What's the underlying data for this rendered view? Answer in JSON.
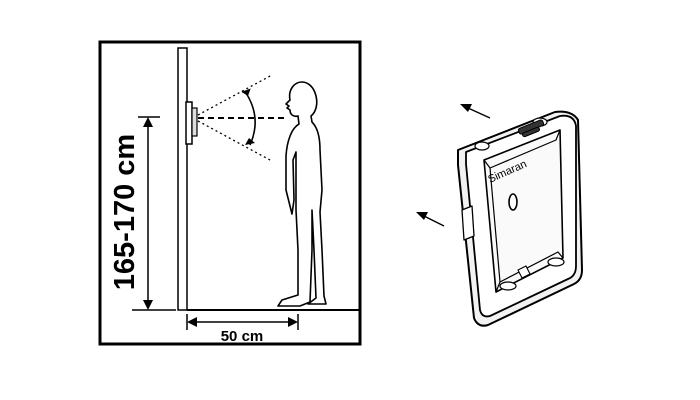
{
  "install_diagram": {
    "height_label": "165-170 cm",
    "distance_label": "50 cm"
  },
  "mounting_box": {
    "brand_label": "Simaran"
  },
  "colors": {
    "ink": "#000000",
    "paper": "#ffffff",
    "box_fill": "#f2f2f2"
  }
}
